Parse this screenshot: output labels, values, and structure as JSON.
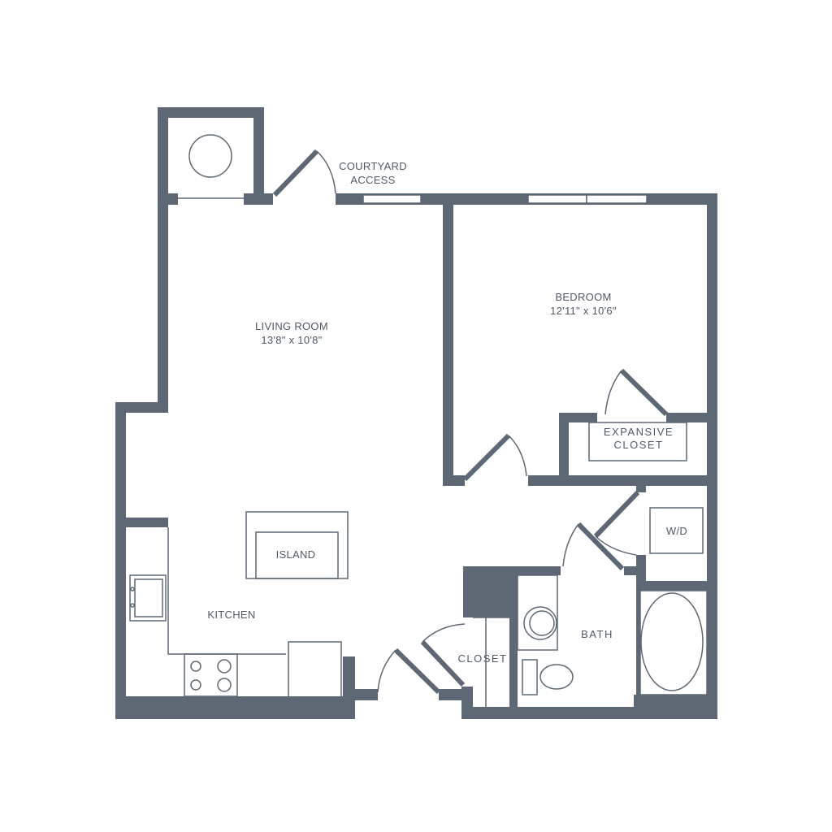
{
  "rooms": {
    "courtyard": {
      "line1": "COURTYARD",
      "line2": "ACCESS"
    },
    "living_room": {
      "name": "LIVING ROOM",
      "dims": "13'8\" x 10'8\""
    },
    "bedroom": {
      "name": "BEDROOM",
      "dims": "12'11\" x 10'6\""
    },
    "expansive_closet": {
      "line1": "EXPANSIVE",
      "line2": "CLOSET"
    },
    "wd": "W/D",
    "island": "ISLAND",
    "kitchen": "KITCHEN",
    "bath": "BATH",
    "closet": "CLOSET"
  },
  "colors": {
    "wall": "#5d6874",
    "label": "#4f5a66"
  }
}
